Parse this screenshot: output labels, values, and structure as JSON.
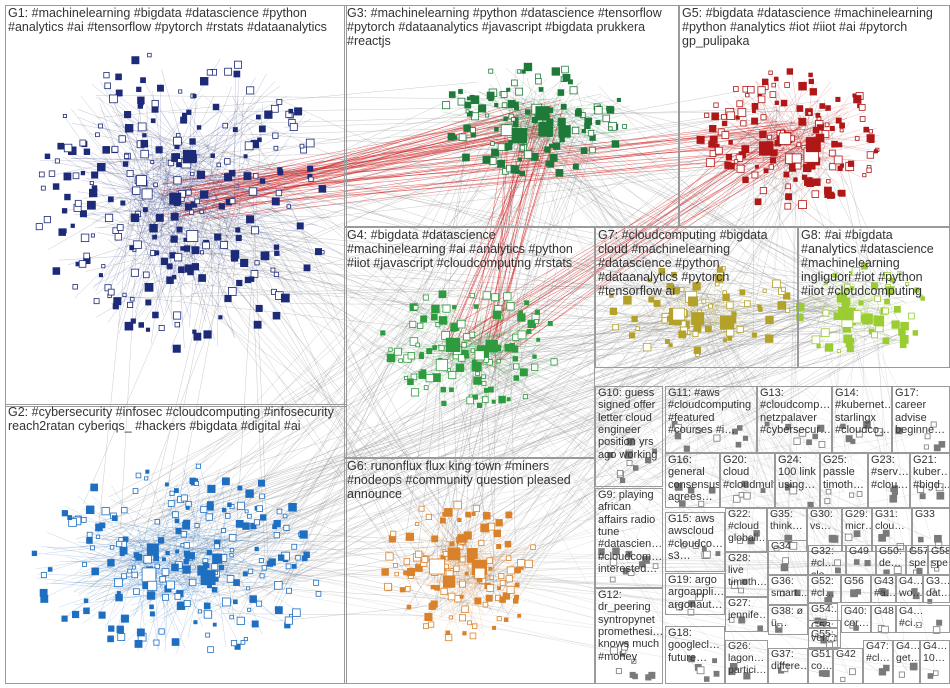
{
  "colors": {
    "edge": "#8c8c8c",
    "edge_red": "#d21e1e",
    "g1": "#1c2a78",
    "g2": "#1f6fc1",
    "g3": "#1f7a3a",
    "g4": "#2e9b3f",
    "g5": "#b01818",
    "g6": "#d9822b",
    "g7": "#b3a12a",
    "g8": "#9acd32",
    "small": "#7a7a7a"
  },
  "groups": [
    {
      "id": "G1",
      "label": "G1: #machinelearning #bigdata #datascience #python #analytics #ai #tensorflow #pytorch #rstats #dataanalytics"
    },
    {
      "id": "G2",
      "label": "G2: #cybersecurity #infosec #cloudcomputing #infosecurity reach2ratan cyberiqs_ #hackers #bigdata #digital #ai"
    },
    {
      "id": "G3",
      "label": "G3: #machinelearning #python #datascience #tensorflow #pytorch #dataanalytics #javascript #bigdata prukkera #reactjs"
    },
    {
      "id": "G4",
      "label": "G4: #bigdata #datascience #machinelearning #ai #analytics #python #iiot #javascript #cloudcomputing #rstats"
    },
    {
      "id": "G5",
      "label": "G5: #bigdata #datascience #machinelearning #python #analytics #iot #iiot #ai #pytorch gp_pulipaka"
    },
    {
      "id": "G6",
      "label": "G6: runonflux flux king town #miners #nodeops #community question pleased announce"
    },
    {
      "id": "G7",
      "label": "G7: #cloudcomputing #bigdata cloud #machinelearning #datascience #python #dataanalytics #pytorch #tensorflow ai"
    },
    {
      "id": "G8",
      "label": "G8: #ai #bigdata #analytics #datascience #machinelearning ingliguori #iot #python #iiot #cloudcomputing"
    },
    {
      "id": "G9",
      "label": "G9: playing african affairs radio tune #datascien… #cloudcom… interested…"
    },
    {
      "id": "G10",
      "label": "G10: guess signed offer letter cloud engineer position yrs ago working"
    },
    {
      "id": "G11",
      "label": "G11: #aws #cloudcomputing #featured #courses #i…"
    },
    {
      "id": "G12",
      "label": "G12: dr_peering syntropynet promethesi… knows much #money"
    },
    {
      "id": "G13",
      "label": "G13: #cloudcomp… netzpalaver #cybersecur…"
    },
    {
      "id": "G14",
      "label": "G14: #kubernet… starlingx #cloudco…"
    },
    {
      "id": "G15",
      "label": "G15: aws awscloud #cloudco… s3…"
    },
    {
      "id": "G16",
      "label": "G16: general consensus agrees…"
    },
    {
      "id": "G17",
      "label": "G17: career advise beginne…"
    },
    {
      "id": "G18",
      "label": "G18: googlecl… future…"
    },
    {
      "id": "G19",
      "label": "G19: argo argoappli… argonaut…"
    },
    {
      "id": "G20",
      "label": "G20: cloud #cloudmulti…"
    },
    {
      "id": "G21",
      "label": "G21: kuber… #bigd…"
    },
    {
      "id": "G22",
      "label": "G22: #cloud globali…"
    },
    {
      "id": "G23",
      "label": "G23: #serv… #clou…"
    },
    {
      "id": "G24",
      "label": "G24: 100 link using…"
    },
    {
      "id": "G25",
      "label": "G25: passle timoth…"
    },
    {
      "id": "G26",
      "label": "G26: lagon… partici…"
    },
    {
      "id": "G27",
      "label": "G27: jennife…"
    },
    {
      "id": "G28",
      "label": "G28: live timoth…"
    },
    {
      "id": "G29",
      "label": "G29: micr…"
    },
    {
      "id": "G30",
      "label": "G30: vs…"
    },
    {
      "id": "G31",
      "label": "G31: clou…"
    },
    {
      "id": "G32",
      "label": "G32: #cl… clo…"
    },
    {
      "id": "G33",
      "label": "G33"
    },
    {
      "id": "G34",
      "label": "G34"
    },
    {
      "id": "G35",
      "label": "G35: think…"
    },
    {
      "id": "G36",
      "label": "G36: smart…"
    },
    {
      "id": "G37",
      "label": "G37: differe…"
    },
    {
      "id": "G38",
      "label": "G38: ø ü…"
    },
    {
      "id": "G40",
      "label": "G40: cor…"
    },
    {
      "id": "G42",
      "label": "G42"
    },
    {
      "id": "G43",
      "label": "G43: #a…"
    },
    {
      "id": "G44",
      "label": "G4… wo…"
    },
    {
      "id": "G45",
      "label": "G3… dat…"
    },
    {
      "id": "G46",
      "label": "G4… #ci…"
    },
    {
      "id": "G47",
      "label": "G47: #cl…"
    },
    {
      "id": "G48",
      "label": "G48"
    },
    {
      "id": "G49",
      "label": "G49"
    },
    {
      "id": "G50",
      "label": "G50: de…"
    },
    {
      "id": "G51",
      "label": "G51: co…"
    },
    {
      "id": "G52",
      "label": "G52: #cl…"
    },
    {
      "id": "G53",
      "label": "G53: ver…"
    },
    {
      "id": "G54",
      "label": "G54:…"
    },
    {
      "id": "G55",
      "label": "G55:…"
    },
    {
      "id": "G56",
      "label": "G56"
    },
    {
      "id": "G57",
      "label": "G57: spe…"
    },
    {
      "id": "G58",
      "label": "G58: spe…"
    },
    {
      "id": "G59",
      "label": "G4… get…"
    },
    {
      "id": "G60",
      "label": "G4… 10…"
    }
  ]
}
